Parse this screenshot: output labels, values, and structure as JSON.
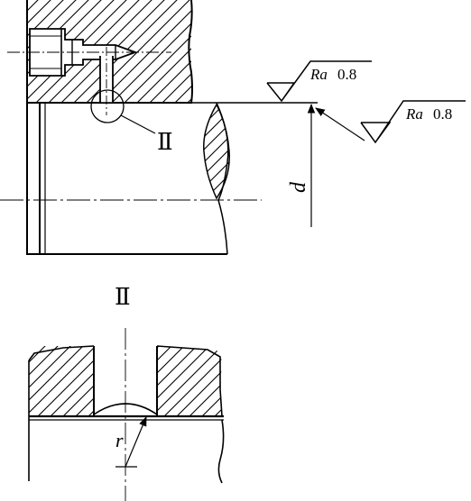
{
  "drawing": {
    "detail_label": "Ⅱ",
    "detail_view_label": "Ⅱ",
    "surface_finish_top": {
      "symbol": "Ra",
      "value": "0.8"
    },
    "surface_finish_right": {
      "symbol": "Ra",
      "value": "0.8"
    },
    "diameter_label": "d",
    "radius_label": "r",
    "colors": {
      "line": "#000000",
      "background": "#ffffff"
    }
  }
}
